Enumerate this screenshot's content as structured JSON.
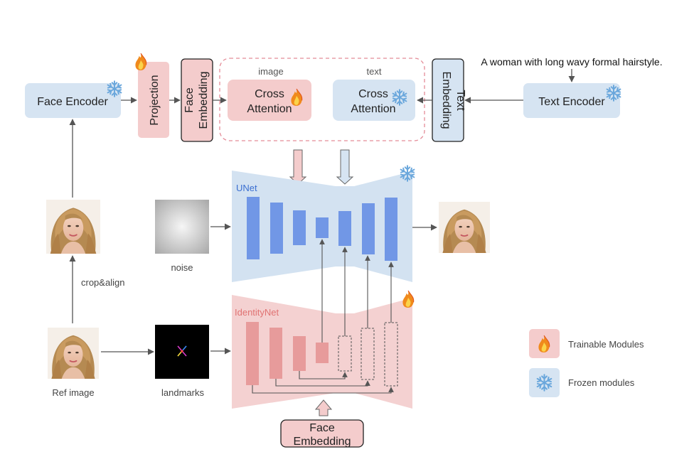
{
  "face_encoder": {
    "label": "Face Encoder"
  },
  "projection": {
    "label": "Projection"
  },
  "face_embedding_top": {
    "line1": "Face",
    "line2": "Embedding"
  },
  "cross_attention": {
    "image_caption": "image",
    "text_caption": "text",
    "image_block": {
      "line1": "Cross",
      "line2": "Attention"
    },
    "text_block": {
      "line1": "Cross",
      "line2": "Attention"
    }
  },
  "text_embedding": {
    "line1": "Text",
    "line2": "Embedding"
  },
  "text_encoder": {
    "label": "Text Encoder"
  },
  "prompt": {
    "text": "A woman with long wavy formal hairstyle."
  },
  "unet": {
    "label": "UNet"
  },
  "identitynet": {
    "label": "IdentityNet"
  },
  "noise": {
    "label": "noise"
  },
  "crop_align": {
    "label": "crop&align"
  },
  "ref_image": {
    "label": "Ref image"
  },
  "landmarks": {
    "label": "landmarks"
  },
  "face_embedding_bottom": {
    "line1": "Face",
    "line2": "Embedding"
  },
  "legend": {
    "trainable": "Trainable Modules",
    "frozen": "Frozen modules"
  },
  "colors": {
    "trainable_fill": "#f4cccc",
    "frozen_fill": "#d6e4f2",
    "unet_body": "#d3e2f1",
    "unet_block": "#7197e6",
    "identity_body": "#f4d1d1",
    "identity_block": "#e79b9b",
    "arrow": "#555555"
  },
  "icons": {
    "trainable": "flame-icon",
    "frozen": "snowflake-icon"
  }
}
